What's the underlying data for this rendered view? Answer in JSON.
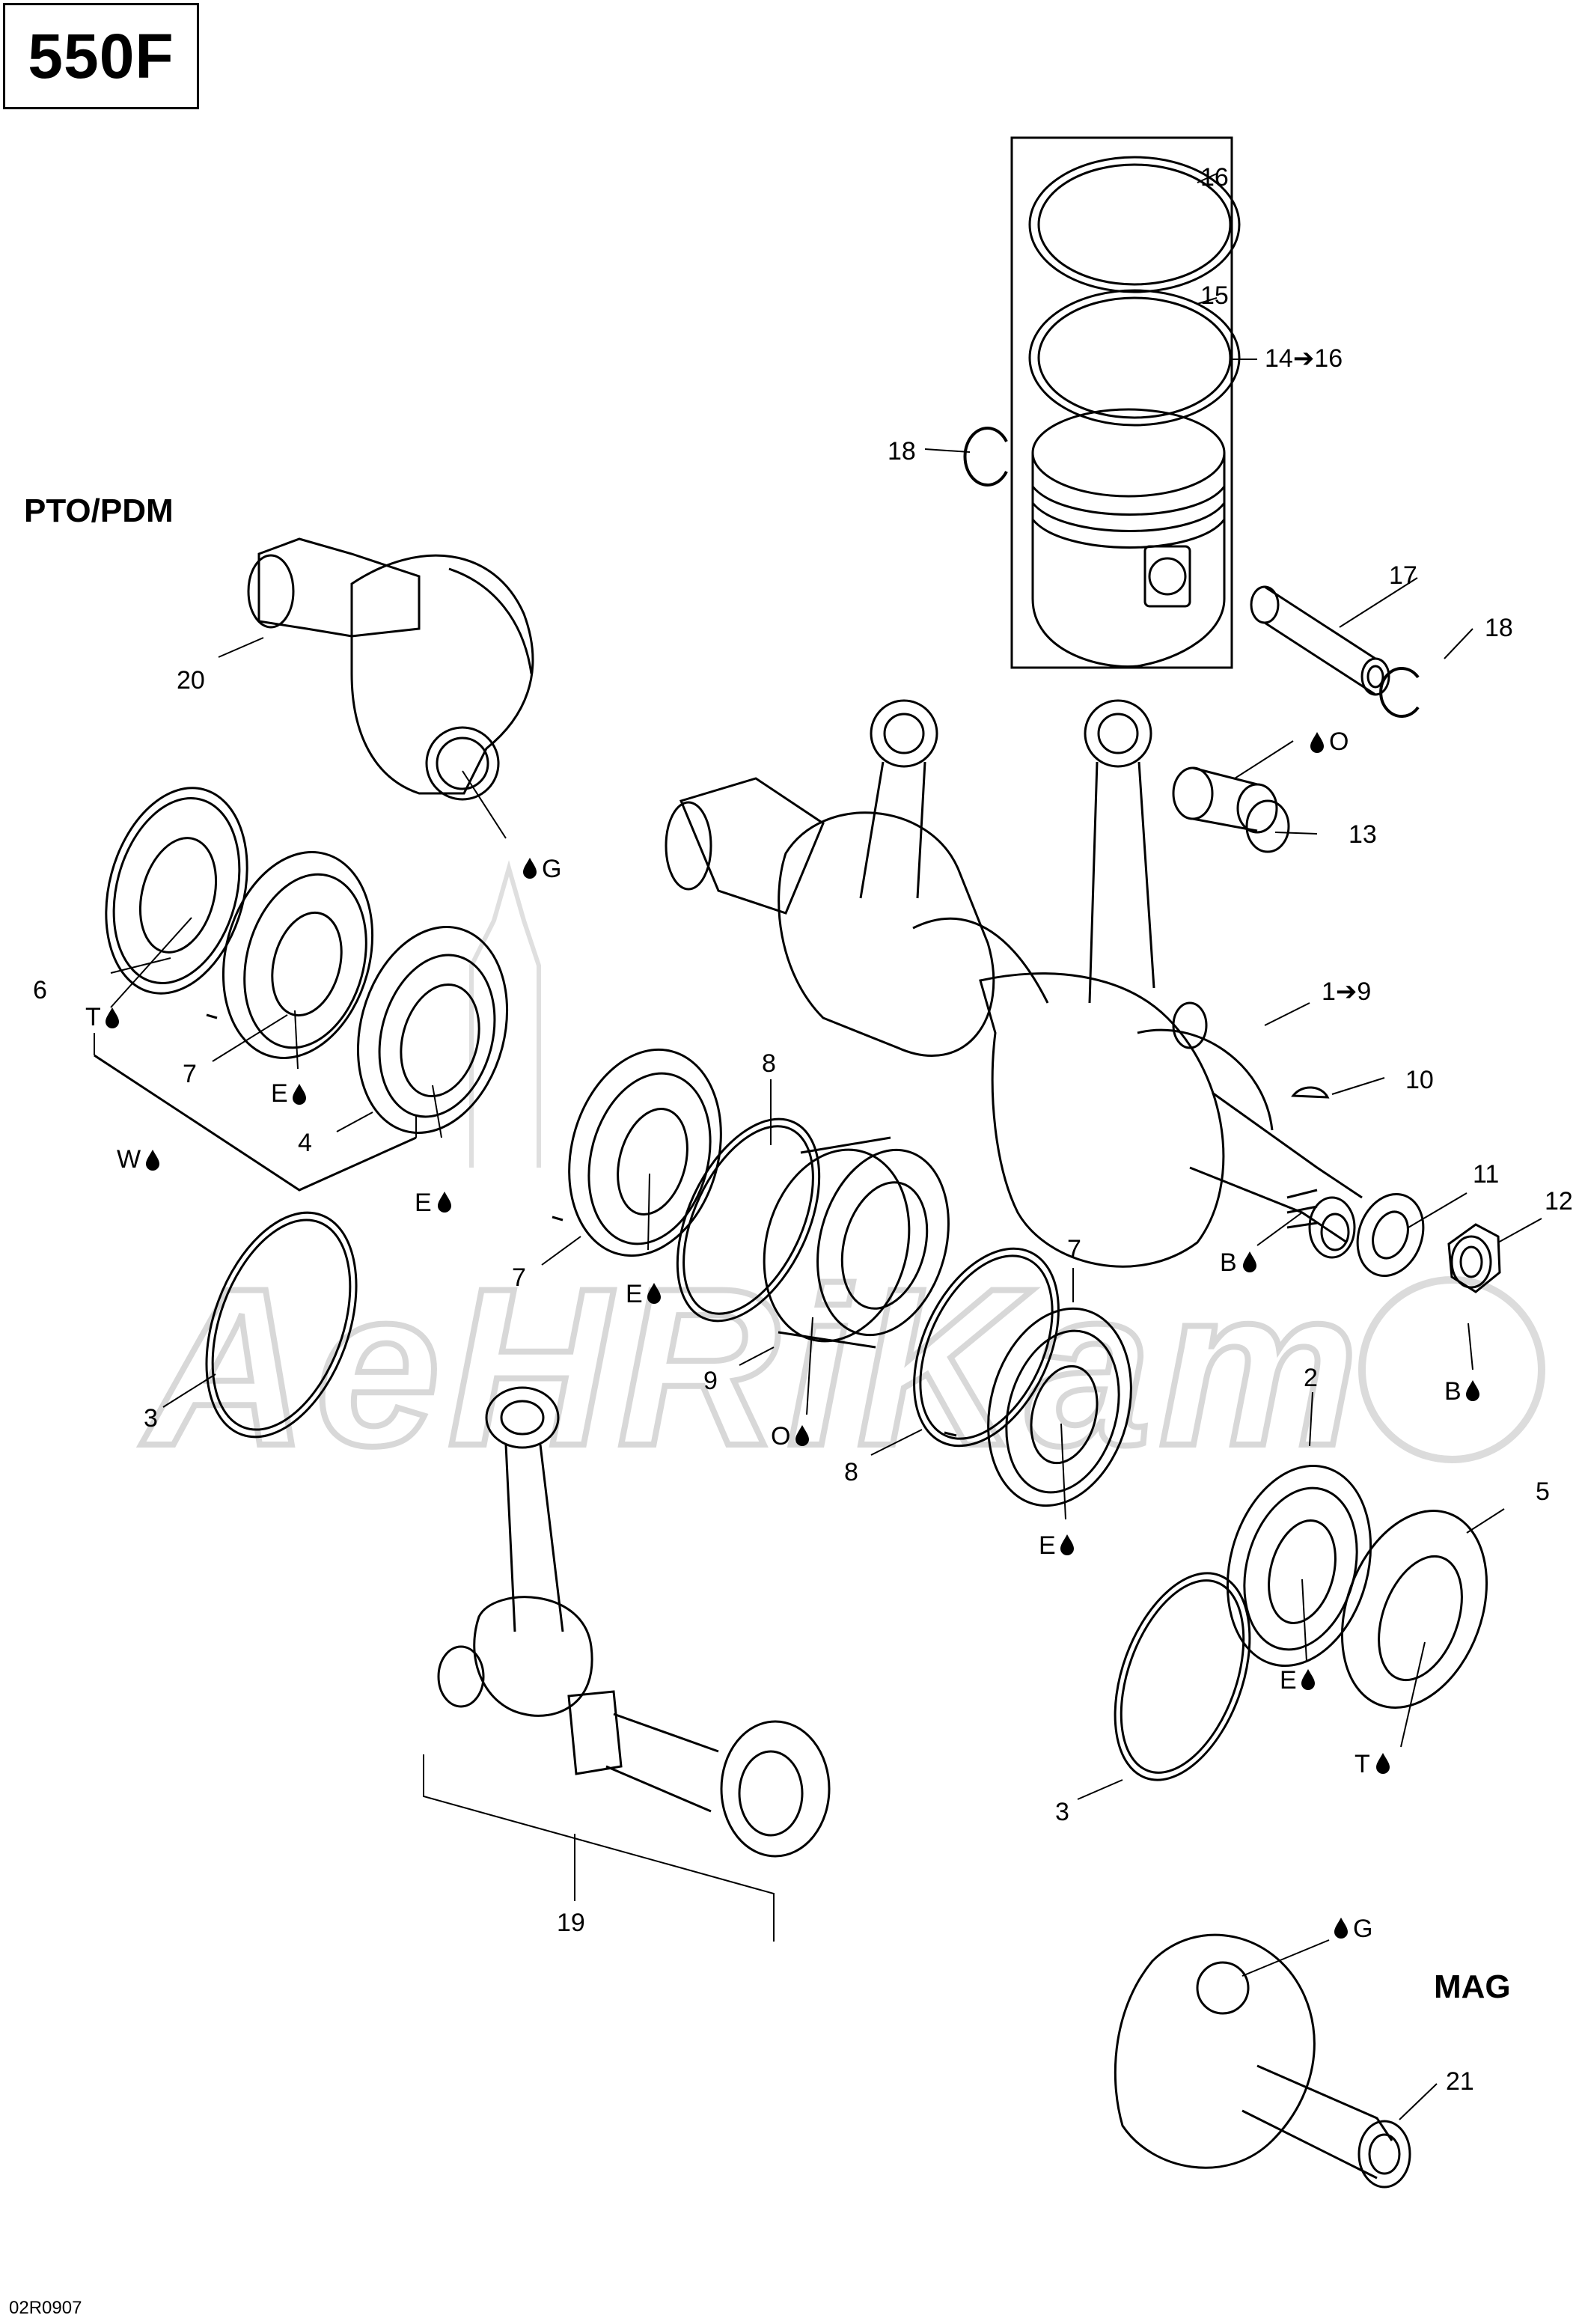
{
  "diagram": {
    "model": "550F",
    "side_labels": {
      "pto": "PTO/PDM",
      "mag": "MAG"
    },
    "reference_code": "02R0907",
    "watermark": "AeHRiKam",
    "callouts": [
      {
        "id": "c16",
        "text": "16"
      },
      {
        "id": "c15",
        "text": "15"
      },
      {
        "id": "c14-16",
        "text": "14➔16"
      },
      {
        "id": "c18a",
        "text": "18"
      },
      {
        "id": "c18b",
        "text": "18"
      },
      {
        "id": "c17",
        "text": "17"
      },
      {
        "id": "c20",
        "text": "20"
      },
      {
        "id": "cOa",
        "text": "O"
      },
      {
        "id": "c13",
        "text": "13"
      },
      {
        "id": "cGa",
        "text": "G"
      },
      {
        "id": "c6",
        "text": "6"
      },
      {
        "id": "cTa",
        "text": "T"
      },
      {
        "id": "c1-9",
        "text": "1➔9"
      },
      {
        "id": "c7a",
        "text": "7"
      },
      {
        "id": "cEa",
        "text": "E"
      },
      {
        "id": "c8a",
        "text": "8"
      },
      {
        "id": "c10",
        "text": "10"
      },
      {
        "id": "c4",
        "text": "4"
      },
      {
        "id": "cW",
        "text": "W"
      },
      {
        "id": "cEb",
        "text": "E"
      },
      {
        "id": "c11",
        "text": "11"
      },
      {
        "id": "c12",
        "text": "12"
      },
      {
        "id": "c7b",
        "text": "7"
      },
      {
        "id": "cEc",
        "text": "E"
      },
      {
        "id": "cBa",
        "text": "B"
      },
      {
        "id": "c7c",
        "text": "7"
      },
      {
        "id": "c9",
        "text": "9"
      },
      {
        "id": "c3a",
        "text": "3"
      },
      {
        "id": "cOb",
        "text": "O"
      },
      {
        "id": "c8b",
        "text": "8"
      },
      {
        "id": "c2",
        "text": "2"
      },
      {
        "id": "cBb",
        "text": "B"
      },
      {
        "id": "c5",
        "text": "5"
      },
      {
        "id": "cEd",
        "text": "E"
      },
      {
        "id": "cEe",
        "text": "E"
      },
      {
        "id": "cTb",
        "text": "T"
      },
      {
        "id": "c3b",
        "text": "3"
      },
      {
        "id": "c19",
        "text": "19"
      },
      {
        "id": "cGb",
        "text": "G"
      },
      {
        "id": "c21",
        "text": "21"
      }
    ]
  }
}
